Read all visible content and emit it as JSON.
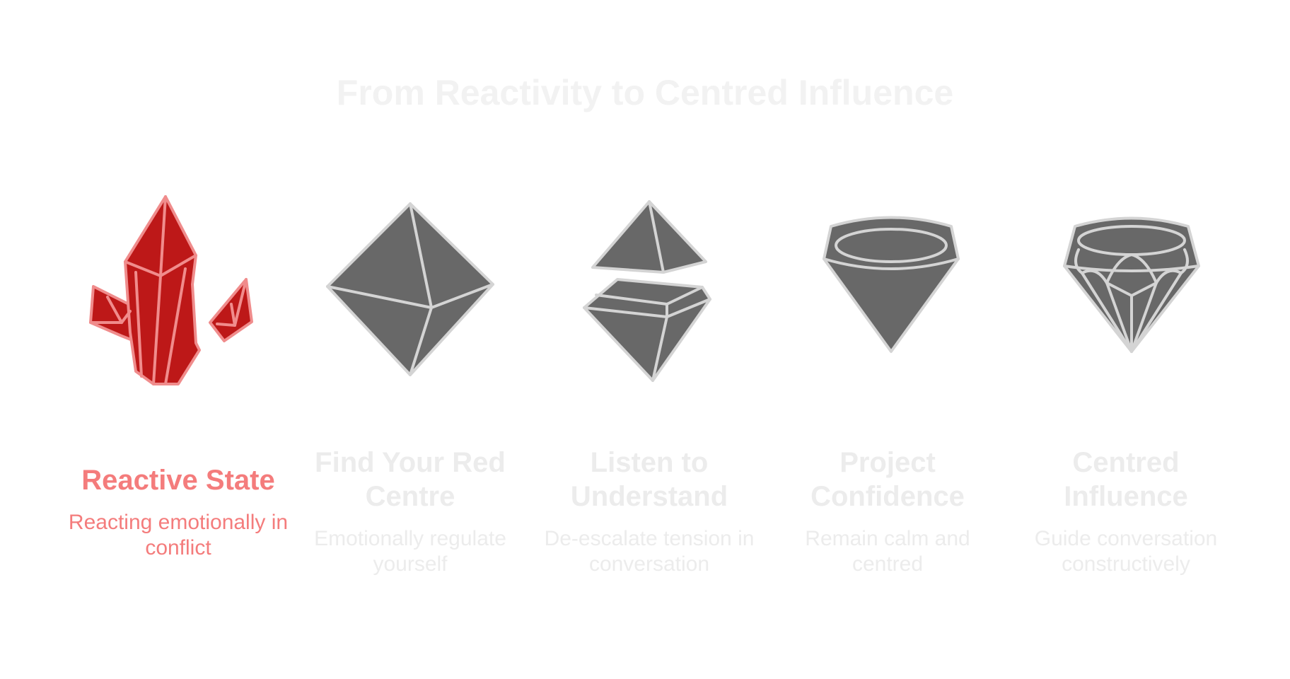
{
  "title": "From Reactivity to Centred Influence",
  "colors": {
    "active_fill": "#bd1818",
    "active_stroke": "#f08c8c",
    "active_text": "#f47c7c",
    "inactive_fill": "#686868",
    "inactive_stroke": "#d4d4d4",
    "inactive_text": "#ececec",
    "title_text": "#f2f2f2"
  },
  "stages": [
    {
      "icon": "crystal-cluster-icon",
      "title": "Reactive State",
      "description": "Reacting emotionally in conflict",
      "active": true
    },
    {
      "icon": "octahedron-gem-icon",
      "title": "Find Your Red Centre",
      "description": "Emotionally regulate yourself",
      "active": false
    },
    {
      "icon": "split-gem-icon",
      "title": "Listen to Understand",
      "description": "De-escalate tension in conversation",
      "active": false
    },
    {
      "icon": "simple-diamond-icon",
      "title": "Project Confidence",
      "description": "Remain calm and centred",
      "active": false
    },
    {
      "icon": "cut-diamond-icon",
      "title": "Centred Influence",
      "description": "Guide conversation constructively",
      "active": false
    }
  ]
}
